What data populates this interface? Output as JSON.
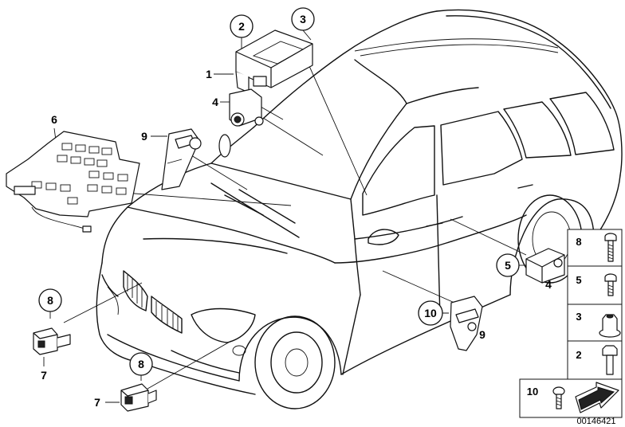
{
  "callouts": {
    "c1": "1",
    "c2": "2",
    "c3": "3",
    "c4a": "4",
    "c4b": "4",
    "c5": "5",
    "c6": "6",
    "c7a": "7",
    "c7b": "7",
    "c8a": "8",
    "c8b": "8",
    "c9a": "9",
    "c9b": "9",
    "c10": "10"
  },
  "legend": {
    "rows": [
      {
        "label": "8",
        "icon": "long-bolt-icon"
      },
      {
        "label": "5",
        "icon": "short-bolt-icon"
      },
      {
        "label": "3",
        "icon": "flange-nut-icon"
      },
      {
        "label": "2",
        "icon": "hex-bolt-icon"
      },
      {
        "label": "10",
        "icon": "small-screw-icon"
      }
    ],
    "arrow_icon": "direction-arrow-icon"
  },
  "diagram_number": "00146421"
}
